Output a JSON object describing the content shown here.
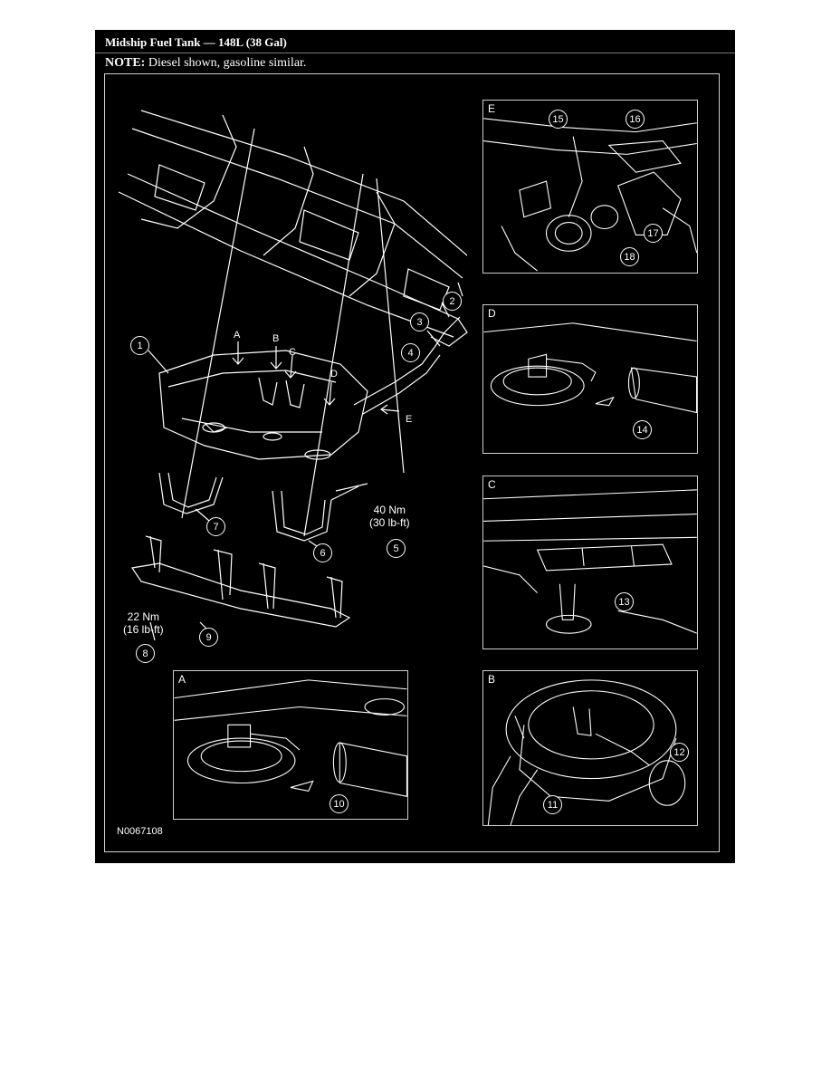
{
  "header": {
    "title": "Midship Fuel Tank — 148L (38 Gal)",
    "note_label": "NOTE:",
    "note_text": " Diesel shown, gasoline similar."
  },
  "figure": {
    "id": "N0067108",
    "callouts": [
      "1",
      "2",
      "3",
      "4",
      "5",
      "6",
      "7",
      "8",
      "9",
      "10",
      "11",
      "12",
      "13",
      "14",
      "15",
      "16",
      "17",
      "18"
    ],
    "arrow_letters": [
      "A",
      "B",
      "C",
      "D",
      "E"
    ],
    "torque": [
      {
        "nm": "40 Nm",
        "lbft": "(30 lb-ft)"
      },
      {
        "nm": "22 Nm",
        "lbft": "(16 lb-ft)"
      }
    ],
    "insets": {
      "E": "E",
      "D": "D",
      "C": "C",
      "A": "A",
      "B": "B"
    }
  }
}
